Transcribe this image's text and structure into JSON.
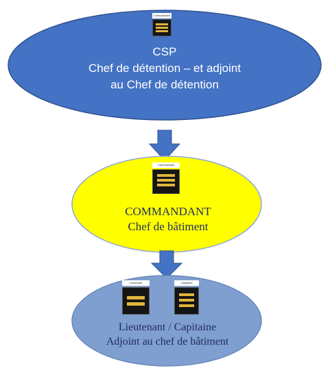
{
  "nodes": {
    "csp": {
      "line1": "CSP",
      "line2": "Chef de détention – et adjoint",
      "line3": "au Chef de détention",
      "insignia_tag": "Commandant",
      "color": "#4472c4"
    },
    "commandant": {
      "line1": "COMMANDANT",
      "line2": "Chef de bâtiment",
      "insignia_tag": "Commandant",
      "color": "#ffff00"
    },
    "lieutenant": {
      "line1": "Lieutenant / Capitaine",
      "line2": "Adjoint au chef de bâtiment",
      "insignia_left_tag": "Lieutenant",
      "insignia_right_tag": "Capitaine",
      "color": "#7f9fd0"
    }
  },
  "arrow_color": "#4472c4",
  "stripe_color": "#e0b43c"
}
